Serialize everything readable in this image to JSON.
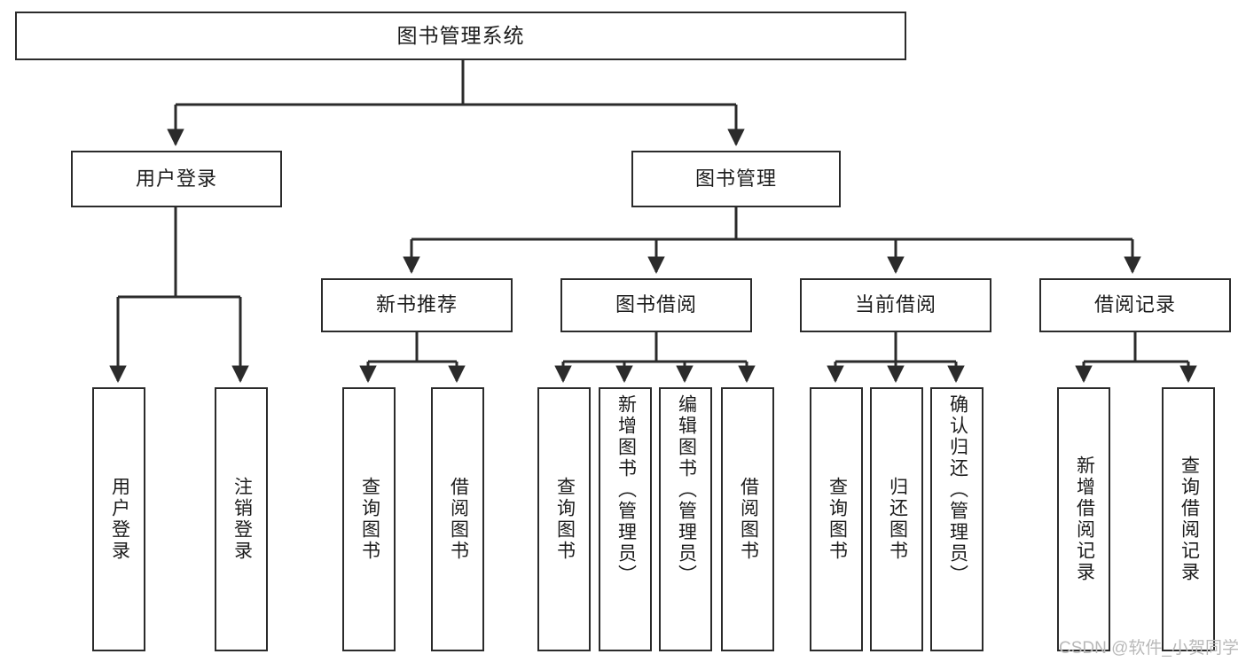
{
  "diagram": {
    "title": "图书管理系统",
    "type": "tree-hierarchy-chart",
    "root": {
      "label": "图书管理系统"
    },
    "level2": [
      {
        "label": "用户登录"
      },
      {
        "label": "图书管理"
      }
    ],
    "level3": [
      {
        "label": "新书推荐"
      },
      {
        "label": "图书借阅"
      },
      {
        "label": "当前借阅"
      },
      {
        "label": "借阅记录"
      }
    ],
    "leaves": [
      {
        "label": "用户登录"
      },
      {
        "label": "注销登录"
      },
      {
        "label": "查询图书"
      },
      {
        "label": "借阅图书"
      },
      {
        "label": "查询图书"
      },
      {
        "label": "新增图书（管理员）"
      },
      {
        "label": "编辑图书（管理员）"
      },
      {
        "label": "借阅图书"
      },
      {
        "label": "查询图书"
      },
      {
        "label": "归还图书"
      },
      {
        "label": "确认归还（管理员）"
      },
      {
        "label": "新增借阅记录"
      },
      {
        "label": "查询借阅记录"
      }
    ]
  },
  "watermark": {
    "text": "CSDN @软件_小贺同学"
  },
  "colors": {
    "stroke": "#2b2b2b",
    "text": "#1c1c1c",
    "background": "#ffffff",
    "watermark": "#b9b9b9"
  }
}
